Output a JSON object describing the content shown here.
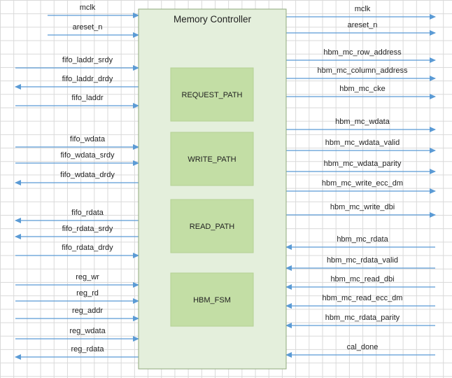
{
  "controller": {
    "title": "Memory Controller",
    "fill_color": "#e4efdc",
    "border_color": "#8fa87c"
  },
  "blocks": [
    {
      "label": "REQUEST_PATH"
    },
    {
      "label": "WRITE_PATH"
    },
    {
      "label": "READ_PATH"
    },
    {
      "label": "HBM_FSM"
    }
  ],
  "block_fill_color": "#c3dea5",
  "arrow_color": "#5b9bd5",
  "left_signals": [
    {
      "label": "mclk",
      "direction": "in"
    },
    {
      "label": "areset_n",
      "direction": "in"
    },
    {
      "label": "fifo_laddr_srdy",
      "direction": "in"
    },
    {
      "label": "fifo_laddr_drdy",
      "direction": "out"
    },
    {
      "label": "fifo_laddr",
      "direction": "in"
    },
    {
      "label": "fifo_wdata",
      "direction": "in"
    },
    {
      "label": "fifo_wdata_srdy",
      "direction": "in"
    },
    {
      "label": "fifo_wdata_drdy",
      "direction": "out"
    },
    {
      "label": "fifo_rdata",
      "direction": "out"
    },
    {
      "label": "fifo_rdata_srdy",
      "direction": "out"
    },
    {
      "label": "fifo_rdata_drdy",
      "direction": "in"
    },
    {
      "label": "reg_wr",
      "direction": "in"
    },
    {
      "label": "reg_rd",
      "direction": "in"
    },
    {
      "label": "reg_addr",
      "direction": "in"
    },
    {
      "label": "reg_wdata",
      "direction": "in"
    },
    {
      "label": "reg_rdata",
      "direction": "out"
    }
  ],
  "right_signals": [
    {
      "label": "mclk",
      "direction": "out"
    },
    {
      "label": "areset_n",
      "direction": "out"
    },
    {
      "label": "hbm_mc_row_address",
      "direction": "out"
    },
    {
      "label": "hbm_mc_column_address",
      "direction": "out"
    },
    {
      "label": "hbm_mc_cke",
      "direction": "out"
    },
    {
      "label": "hbm_mc_wdata",
      "direction": "out"
    },
    {
      "label": "hbm_mc_wdata_valid",
      "direction": "out"
    },
    {
      "label": "hbm_mc_wdata_parity",
      "direction": "out"
    },
    {
      "label": "hbm_mc_write_ecc_dm",
      "direction": "out"
    },
    {
      "label": "hbm_mc_write_dbi",
      "direction": "out"
    },
    {
      "label": "hbm_mc_rdata",
      "direction": "in"
    },
    {
      "label": "hbm_mc_rdata_valid",
      "direction": "in"
    },
    {
      "label": "hbm_mc_read_dbi",
      "direction": "in"
    },
    {
      "label": "hbm_mc_read_ecc_dm",
      "direction": "in"
    },
    {
      "label": "hbm_mc_rdata_parity",
      "direction": "in"
    },
    {
      "label": "cal_done",
      "direction": "in"
    }
  ]
}
